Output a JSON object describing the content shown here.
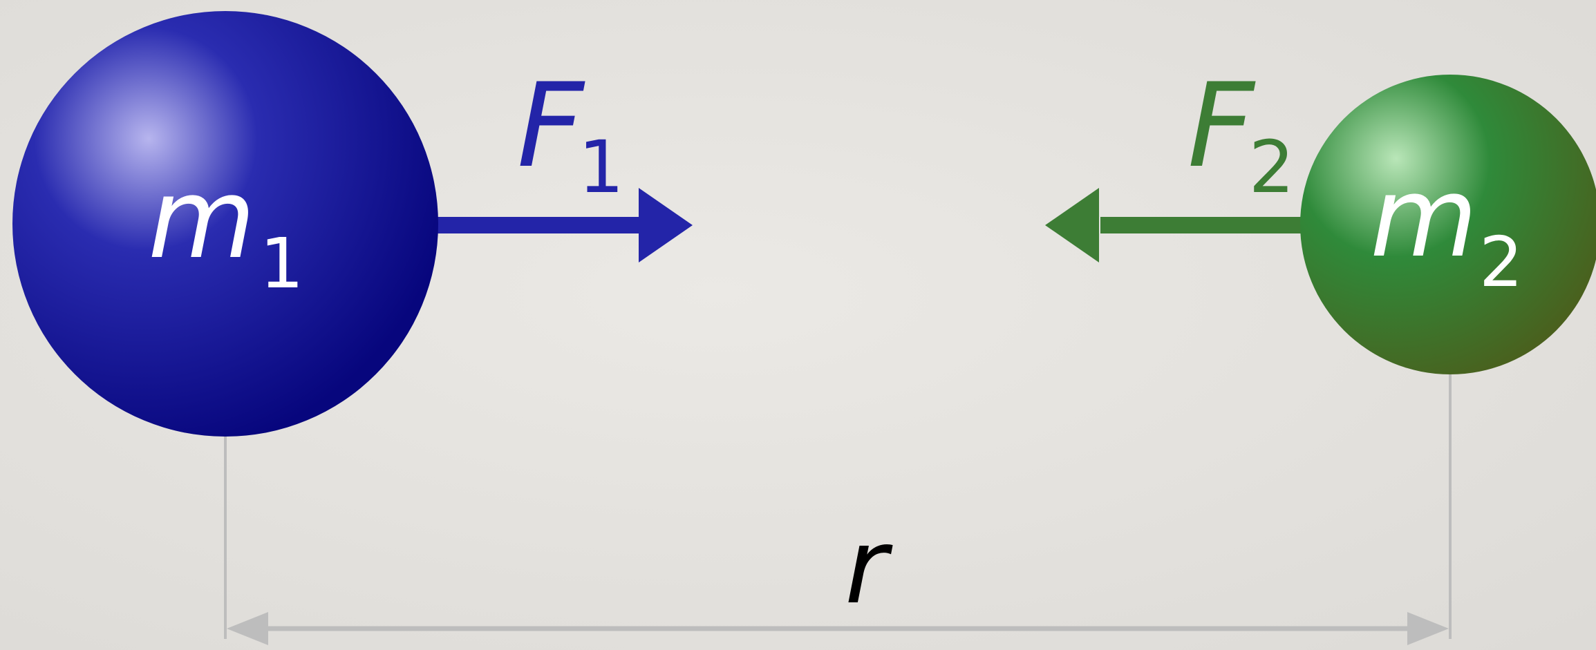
{
  "diagram": {
    "mass1": {
      "symbol": "m",
      "subscript": "1"
    },
    "mass2": {
      "symbol": "m",
      "subscript": "2"
    },
    "force1": {
      "symbol": "F",
      "subscript": "1"
    },
    "force2": {
      "symbol": "F",
      "subscript": "2"
    },
    "distance": {
      "symbol": "r"
    }
  },
  "colors": {
    "background": "#e4e2de",
    "mass1_light": "#b7b5ee",
    "mass1_mid": "#2a2cb0",
    "mass1_dark": "#07067d",
    "mass2_light": "#b9e6b8",
    "mass2_mid": "#2f8a3a",
    "mass2_dark": "#4b5e1c",
    "force1": "#2324a8",
    "force2": "#3d7d35",
    "distance_line": "#b9b9b9",
    "distance_label": "#000000",
    "mass_label": "#ffffff"
  }
}
